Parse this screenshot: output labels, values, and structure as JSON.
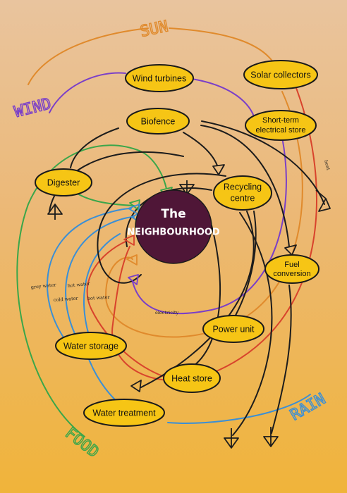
{
  "colors": {
    "node_fill": "#f6c515",
    "center_fill": "#4f1637",
    "black_flow": "#1c1c1c",
    "purple_flow": "#7a3fc8",
    "orange_flow": "#e08a2c",
    "red_flow": "#d8432c",
    "blue_flow": "#3a8fd6",
    "green_flow": "#3aa64a"
  },
  "center": {
    "line1": "The",
    "line2": "NEIGHBOURHOOD"
  },
  "nodes": {
    "wind_turbines": "Wind turbines",
    "solar_collectors": "Solar collectors",
    "biofence": "Biofence",
    "short_term_store": {
      "line1": "Short-term",
      "line2": "electrical store"
    },
    "digester": "Digester",
    "recycling_centre": {
      "line1": "Recycling",
      "line2": "centre"
    },
    "fuel_conversion": {
      "line1": "Fuel",
      "line2": "conversion"
    },
    "power_unit": "Power unit",
    "water_storage": "Water storage",
    "heat_store": "Heat store",
    "water_treatment": "Water treatment"
  },
  "scribbles": {
    "sun": "SUN",
    "wind": "WIND",
    "rain": "RAIN",
    "food": "FOOD"
  },
  "small_labels": {
    "heat": "heat",
    "grey_water": "grey water",
    "hot_water_1": "hot water",
    "cold_water": "cold water",
    "hot_water_2": "hot water",
    "electricity": "electricity"
  }
}
